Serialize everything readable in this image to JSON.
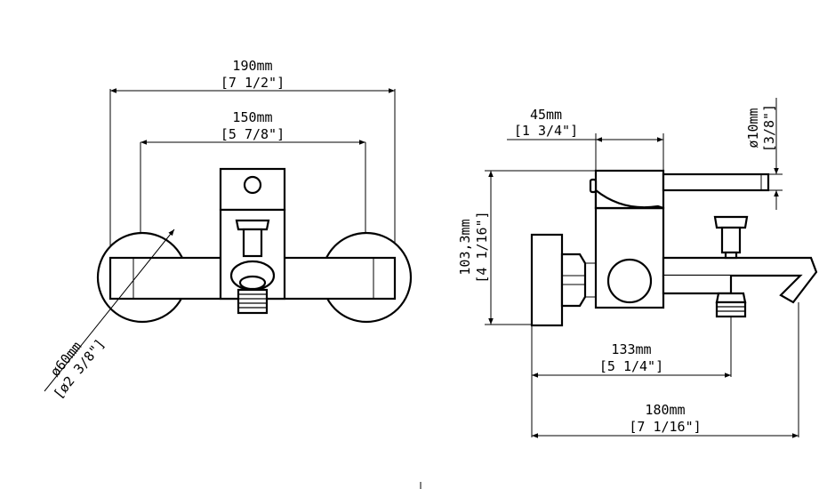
{
  "front_view": {
    "width_overall": {
      "mm": "190mm",
      "inch": "[7 1/2\"]"
    },
    "centers": {
      "mm": "150mm",
      "inch": "[5 7/8\"]"
    },
    "flange_diameter": {
      "mm": "ø60mm",
      "inch": "[ø2 3/8\"]"
    }
  },
  "side_view": {
    "handle_depth": {
      "mm": "45mm",
      "inch": "[1 3/4\"]"
    },
    "lever_diameter": {
      "mm": "ø10mm",
      "inch": "[3/8\"]"
    },
    "height": {
      "mm": "103,3mm",
      "inch": "[4 1/16\"]"
    },
    "outlet_projection": {
      "mm": "133mm",
      "inch": "[5 1/4\"]"
    },
    "spout_projection": {
      "mm": "180mm",
      "inch": "[7 1/16\"]"
    }
  }
}
